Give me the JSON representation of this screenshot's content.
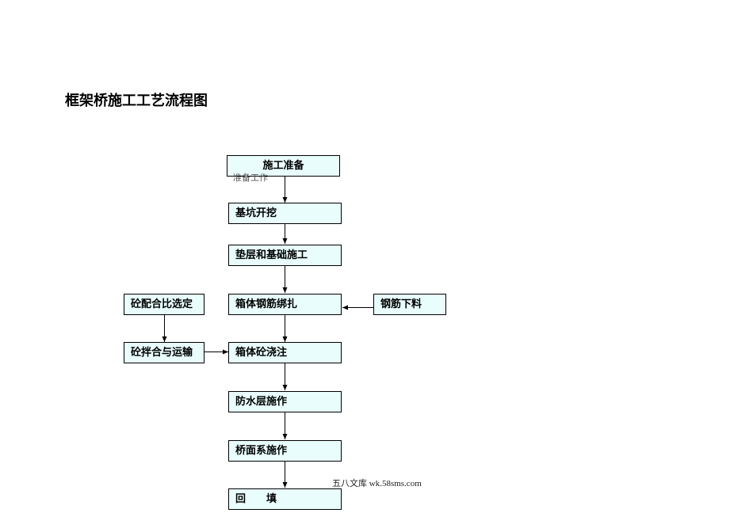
{
  "title": "框架桥施工工艺流程图",
  "nodes": {
    "prep": "施工准备",
    "excavation": "基坑开挖",
    "cushion": "垫层和基础施工",
    "rebar_tie": "箱体钢筋绑扎",
    "concrete_pour": "箱体砼浇注",
    "waterproof": "防水层施作",
    "deck": "桥面系施作",
    "backfill": "回　　填",
    "mix_design": "砼配合比选定",
    "mix_transport": "砼拌合与运输",
    "rebar_cut": "钢筋下料"
  },
  "note": "准备工作",
  "watermark": "五八文库 wk.58sms.com"
}
